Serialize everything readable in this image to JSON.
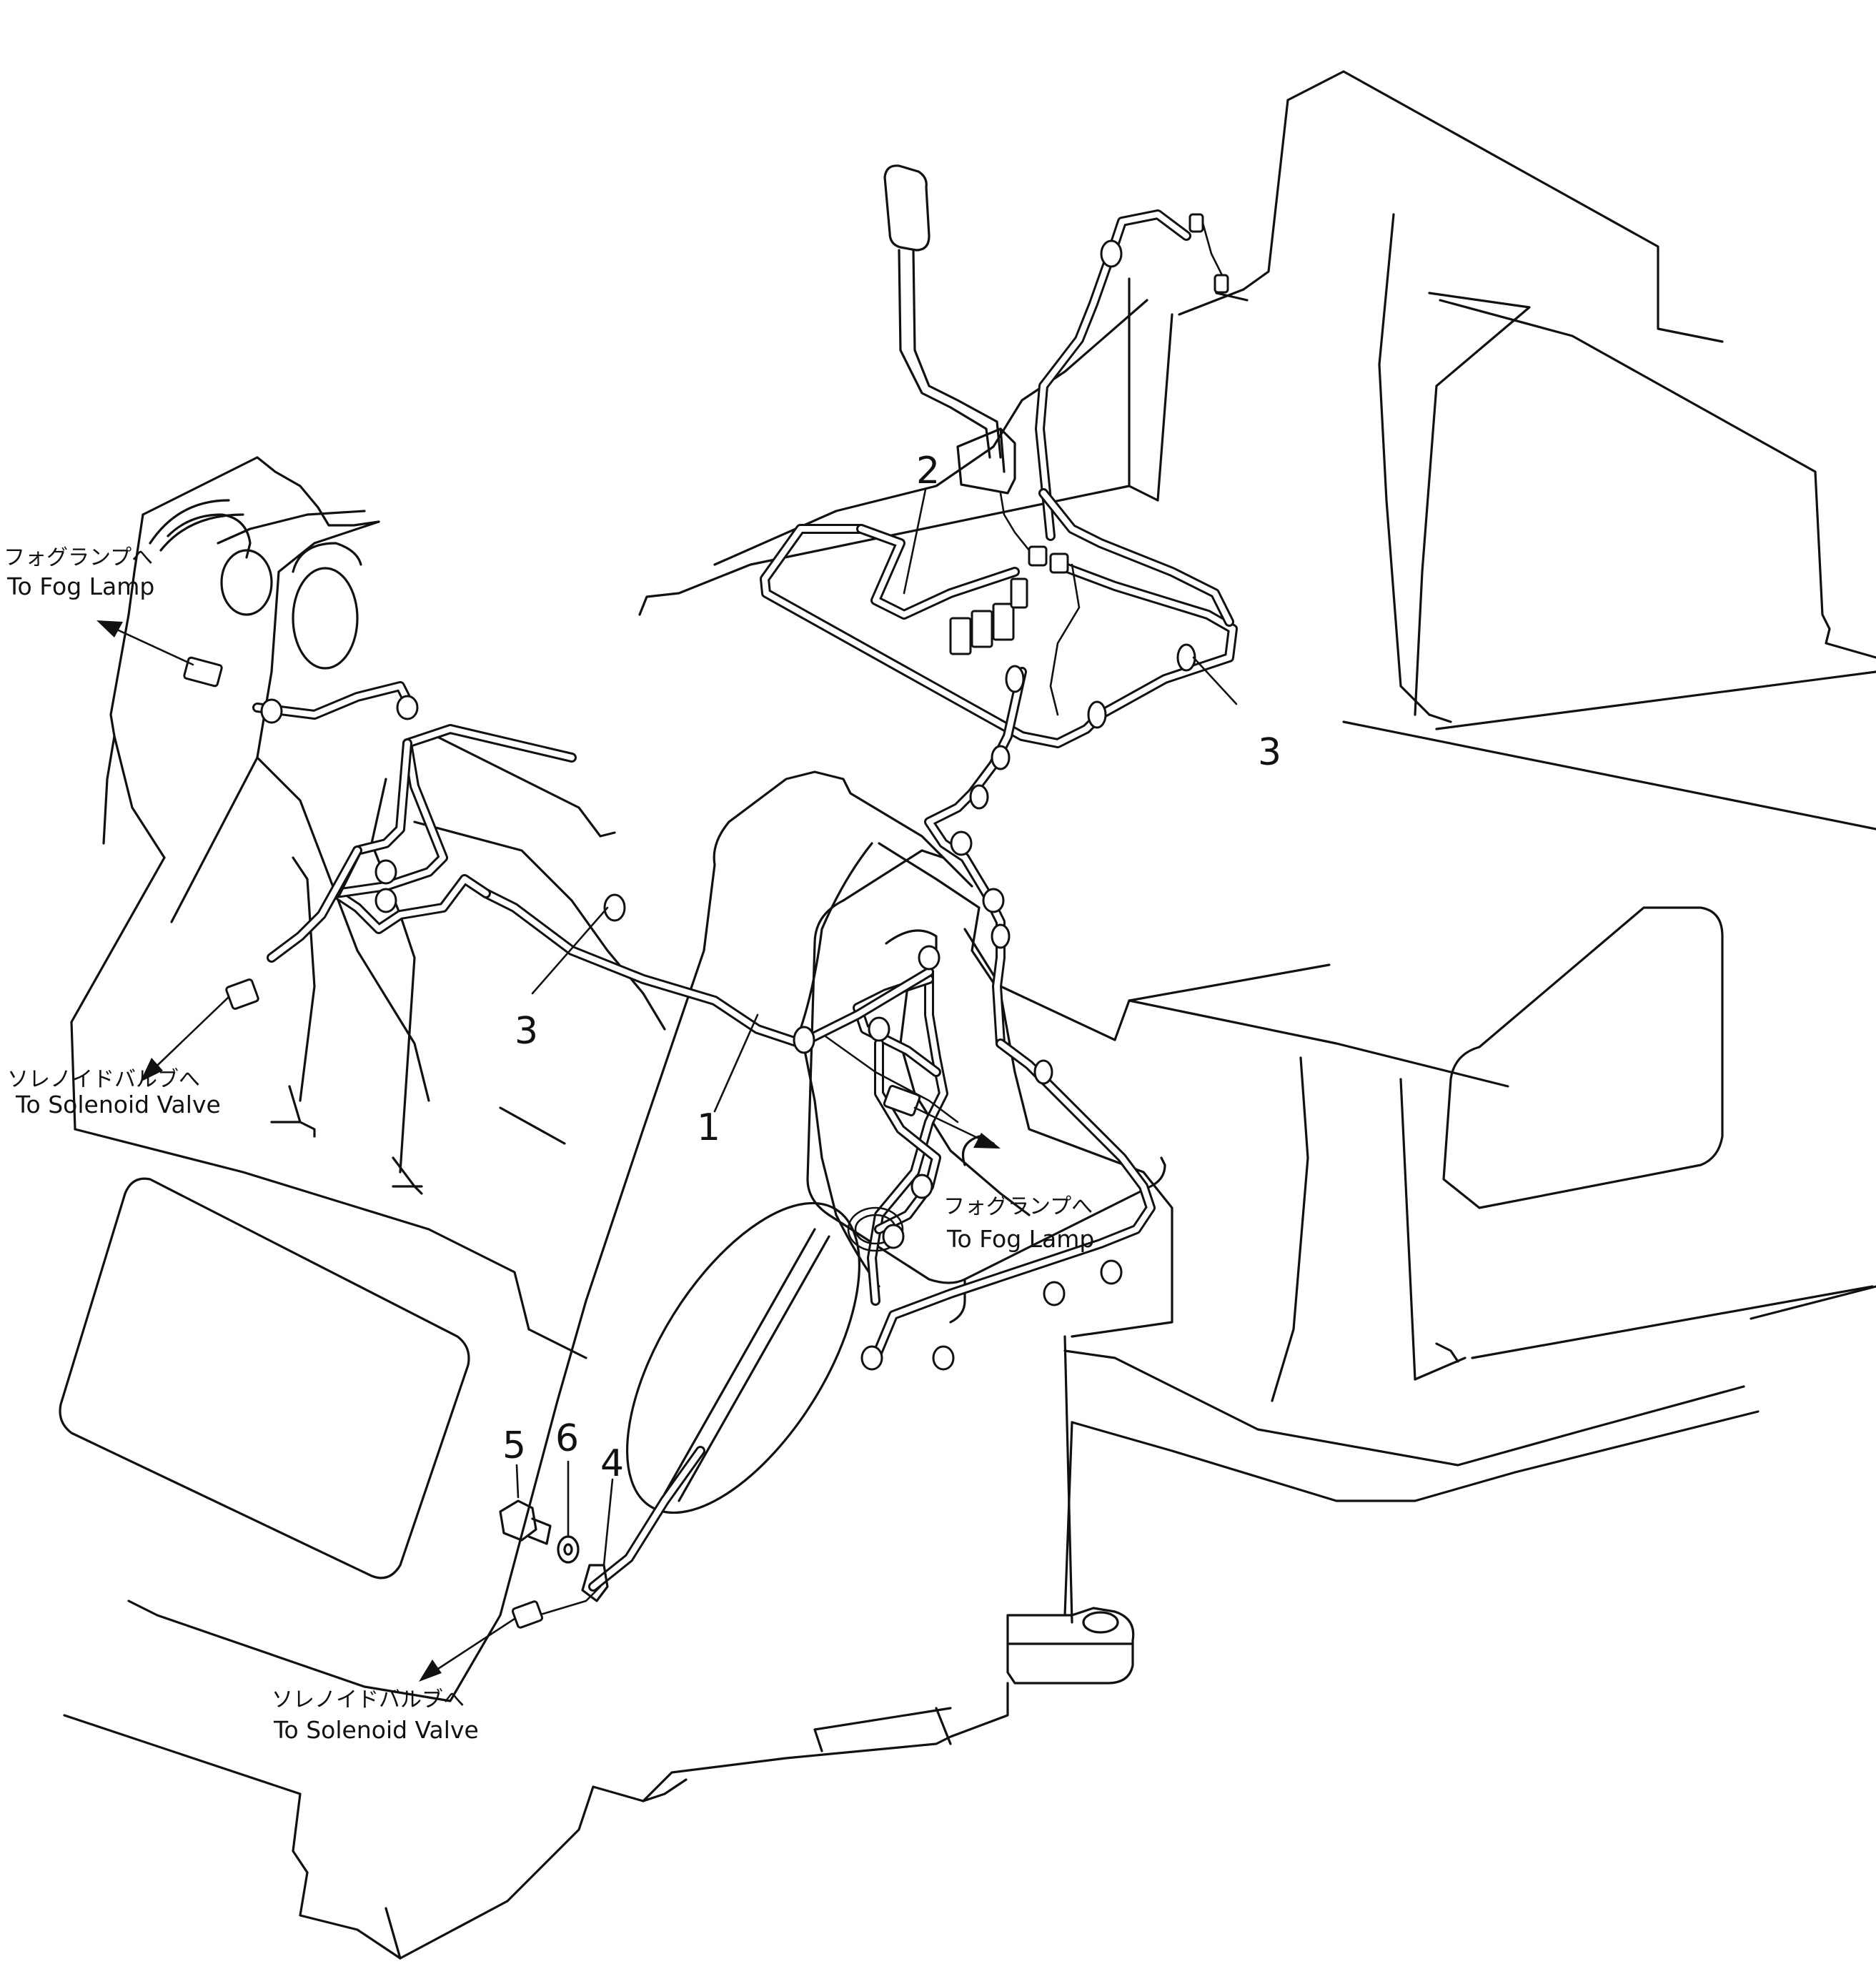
{
  "callouts": {
    "item_1": "1",
    "item_2": "2",
    "item_3_right": "3",
    "item_3_left": "3",
    "item_4": "4",
    "item_5": "5",
    "item_6": "6"
  },
  "labels": {
    "fog_lamp_left_jp": "フォグランプへ",
    "fog_lamp_left_en": "To Fog Lamp",
    "fog_lamp_right_jp": "フォグランプへ",
    "fog_lamp_right_en": "To Fog Lamp",
    "solenoid_left_jp": "ソレノイドバルブへ",
    "solenoid_left_en": "To Solenoid Valve",
    "solenoid_bottom_jp": "ソレノイドバルブへ",
    "solenoid_bottom_en": "To Solenoid Valve"
  }
}
